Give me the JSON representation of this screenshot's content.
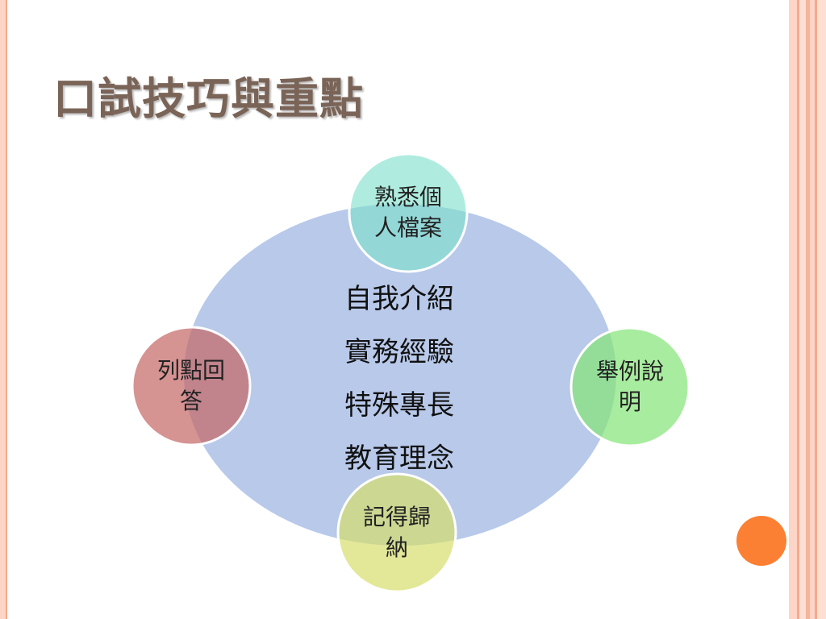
{
  "title": "口試技巧與重點",
  "diagram": {
    "hub": {
      "lines": [
        "自我介紹",
        "實務經驗",
        "特殊專長",
        "教育理念"
      ],
      "color": "#b8c9ea"
    },
    "satellites": [
      {
        "id": "top",
        "line1": "熟悉個",
        "line2": "人檔案",
        "color": "#7ee0cc"
      },
      {
        "id": "right",
        "line1": "舉例說",
        "line2": "明",
        "color": "#86e57a"
      },
      {
        "id": "bottom",
        "line1": "記得歸",
        "line2": "納",
        "color": "#d6dd68"
      },
      {
        "id": "left",
        "line1": "列點回",
        "line2": "答",
        "color": "#c56a68"
      }
    ]
  },
  "theme": {
    "title_color": "#7a6457",
    "accent_dot_color": "#fb8033",
    "border_color": "#fcd5c6"
  }
}
